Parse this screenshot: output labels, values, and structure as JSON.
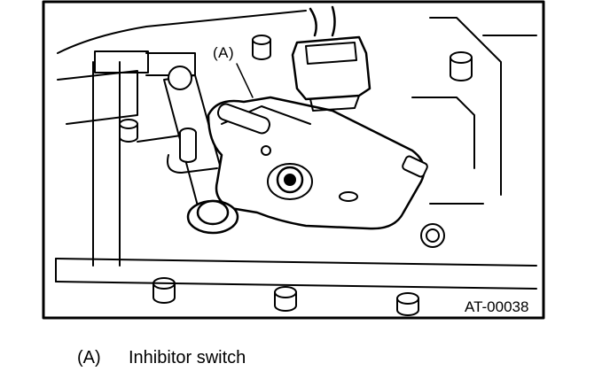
{
  "figure": {
    "callout_label": "(A)",
    "figure_code": "AT-00038"
  },
  "legend": {
    "items": [
      {
        "key": "(A)",
        "text": "Inhibitor switch"
      }
    ]
  }
}
